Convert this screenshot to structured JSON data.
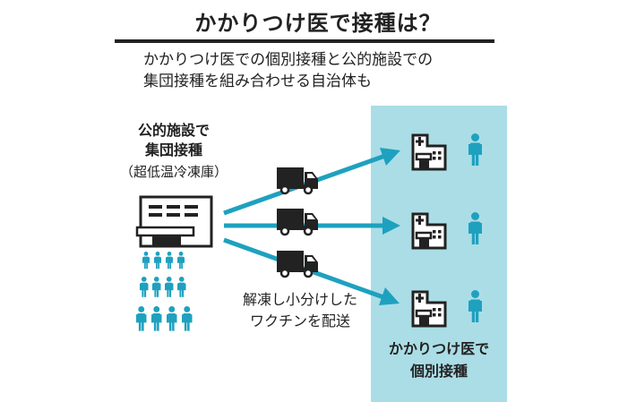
{
  "title": "かかりつけ医で接種は？",
  "subtitle_lines": [
    "かかりつけ医での個別接種と公的施設での",
    "集団接種を組み合わせる自治体も"
  ],
  "left": {
    "label_lines": [
      "公的施設で",
      "集団接種"
    ],
    "sublabel": "（超低温冷凍庫）",
    "people_rows": [
      4,
      4,
      4
    ]
  },
  "middle": {
    "label_lines": [
      "解凍し小分けした",
      "ワクチンを配送"
    ],
    "truck_count": 3
  },
  "right": {
    "label_lines": [
      "かかりつけ医で",
      "個別接種"
    ],
    "clinic_count": 3
  },
  "colors": {
    "accent": "#1ea1bf",
    "panel": "#abdde6",
    "ink": "#222222"
  }
}
